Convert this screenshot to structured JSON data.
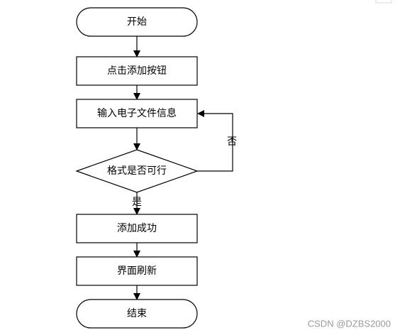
{
  "flowchart": {
    "nodes": {
      "start": "开始",
      "click_add_button": "点击添加按钮",
      "input_e_document": "输入电子文件信息",
      "format_valid_decision": "格式是否可行",
      "add_success": "添加成功",
      "interface_refresh": "界面刷新",
      "end": "结束"
    },
    "branches": {
      "no": "否",
      "yes": "是"
    }
  },
  "watermark": "CSDN @DZBS2000"
}
